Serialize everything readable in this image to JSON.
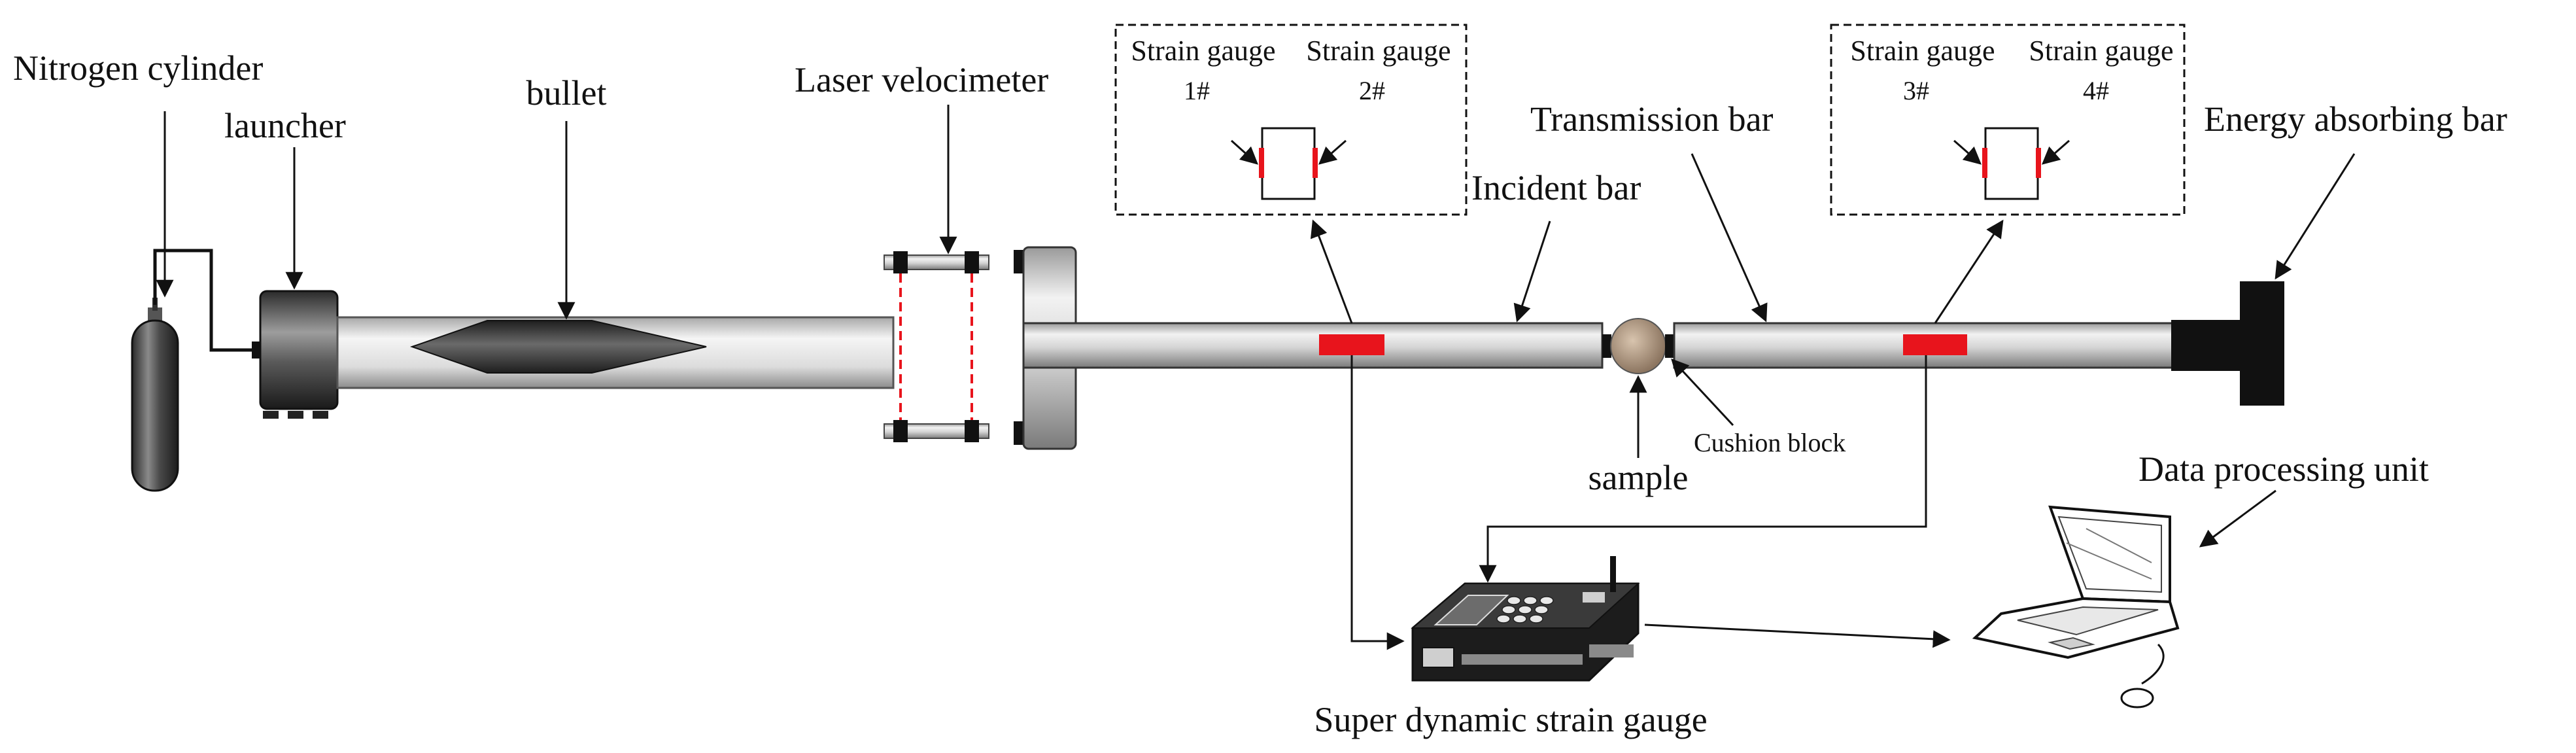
{
  "labels": {
    "nitrogen_cylinder": "Nitrogen cylinder",
    "launcher": "launcher",
    "bullet": "bullet",
    "laser_velocimeter": "Laser velocimeter",
    "incident_bar": "Incident bar",
    "transmission_bar": "Transmission bar",
    "energy_absorbing_bar": "Energy absorbing bar",
    "sample": "sample",
    "cushion_block": "Cushion block",
    "data_processing_unit": "Data processing unit",
    "super_dynamic_strain_gauge": "Super dynamic strain gauge"
  },
  "inset_left": {
    "gauge_a_label": "Strain gauge",
    "gauge_a_number": "1#",
    "gauge_b_label": "Strain gauge",
    "gauge_b_number": "2#"
  },
  "inset_right": {
    "gauge_a_label": "Strain gauge",
    "gauge_a_number": "3#",
    "gauge_b_label": "Strain gauge",
    "gauge_b_number": "4#"
  },
  "colors": {
    "strain_gauge": "#e8141c",
    "laser_beam": "#e8141c",
    "line": "#111111"
  }
}
